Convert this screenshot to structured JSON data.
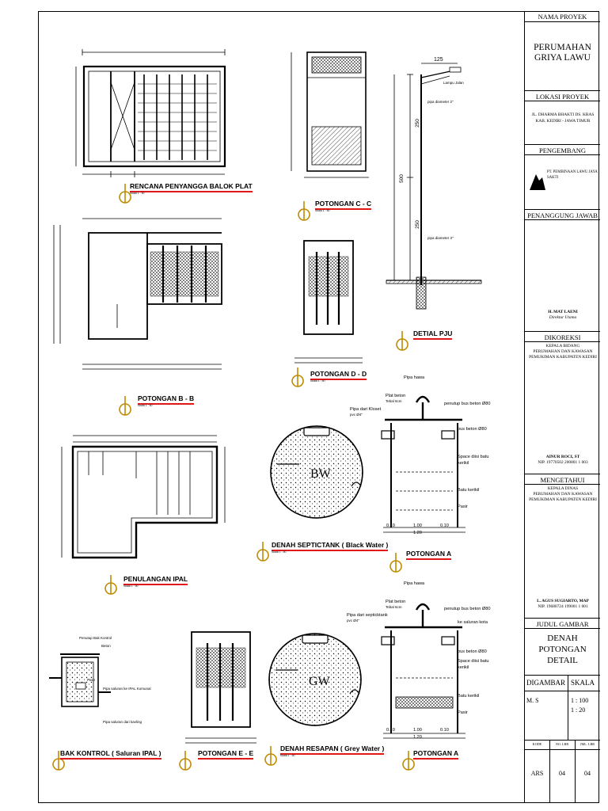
{
  "title_block": {
    "project_name_label": "NAMA PROYEK",
    "project_name_line1": "PERUMAHAN",
    "project_name_line2": "GRIYA LAWU",
    "location_label": "LOKASI PROYEK",
    "location_line1": "JL. DHARMA BHAKTI DS. KRAS",
    "location_line2": "KAB. KEDIRI - JAWA TIMUR",
    "developer_label": "PENGEMBANG",
    "developer_company": "PT. PEMBINAAN LAWU JAYA SAKTI",
    "responsible_label": "PENANGGUNG JAWAB",
    "responsible_name": "H. MAT LAENI",
    "responsible_role": "Direktur Utama",
    "corrected_label": "DIKOREKSI",
    "corrected_office_1": "KEPALA BIDANG",
    "corrected_office_2": "PERUMAHAN DAN KAWASAN",
    "corrected_office_3": "PEMUKIMAN KABUPATEN KEDIRI",
    "corrected_name": "AINUR ROCI, ST",
    "corrected_nip": "NIP. 19770502 200801 1 003",
    "known_label": "MENGETAHUI",
    "known_office_1": "KEPALA DINAS",
    "known_office_2": "PERUMAHAN DAN KAWASAN",
    "known_office_3": "PEMUKIMAN KABUPATEN KEDIRI",
    "known_name": "L. AGUS SUGIARTO, MAP",
    "known_nip": "NIP. 19680724 199001 1 001",
    "drawing_title_label": "JUDUL GAMBAR",
    "drawing_title_line1": "DENAH",
    "drawing_title_line2": "POTONGAN",
    "drawing_title_line3": "DETAIL",
    "drawn_label": "DIGAMBAR",
    "scale_label": "SKALA",
    "drawn_by": "M. S",
    "scale_1": "1 : 100",
    "scale_2": "1 : 20",
    "code_label": "KODE",
    "sheet_no_label": "NO. LBR",
    "sheet_total_label": "JML. LBR",
    "code_value": "ARS",
    "sheet_no_value": "04",
    "sheet_total_value": "04"
  },
  "drawings": {
    "d1": "RENCANA PENYANGGA BALOK PLAT",
    "d2": "POTONGAN C - C",
    "d3": "POTONGAN B - B",
    "d4": "POTONGAN D - D",
    "d5": "DETIAL PJU",
    "d6": "PENULANGAN IPAL",
    "d7": "DENAH SEPTICTANK ( Black Water )",
    "d8": "POTONGAN A",
    "d9": "BAK KONTROL ( Saluran IPAL )",
    "d10": "POTONGAN E - E",
    "d11": "DENAH RESAPAN ( Grey Water )",
    "d12": "POTONGAN A",
    "scale_note": "Skala 1 : 50"
  },
  "septic": {
    "bw": "BW",
    "gw": "GW",
    "pipa_hawa": "Pipa hawa",
    "plat_beton": "Plat beton",
    "tebal": "Tebal 6cm",
    "pipa_kloset": "Pipa dari Kloset",
    "pipa_septic": "Pipa dari septicktank",
    "pvc": "pvc Ø4\"",
    "penutup": "penutup bus beton Ø80",
    "bus_beton": "bus beton Ø80",
    "space_batu": "Space diisi batu",
    "kerikil": "kerikil",
    "batu_kerikil": "Batu kerikil",
    "pasir": "Pasir",
    "ke_saluran": "ke saluran kota",
    "dim_010": "0.10",
    "dim_100": "1.00",
    "dim_120": "1.20"
  },
  "pju": {
    "dim_125": "125",
    "dim_250a": "250",
    "dim_500": "500",
    "dim_250b": "250",
    "lamp": "Lampu Jalan",
    "pipe_top": "pipa diameter 2\"",
    "pipe_bottom": "pipa diameter 3\""
  },
  "bak_kontrol": {
    "n1": "Penutup Bak Kontrol",
    "n2": "Beton",
    "n3": "Pipa saluran ke IPAL Komunal",
    "n4": "Pipa saluran dari kavling",
    "n5": "Pasir"
  }
}
